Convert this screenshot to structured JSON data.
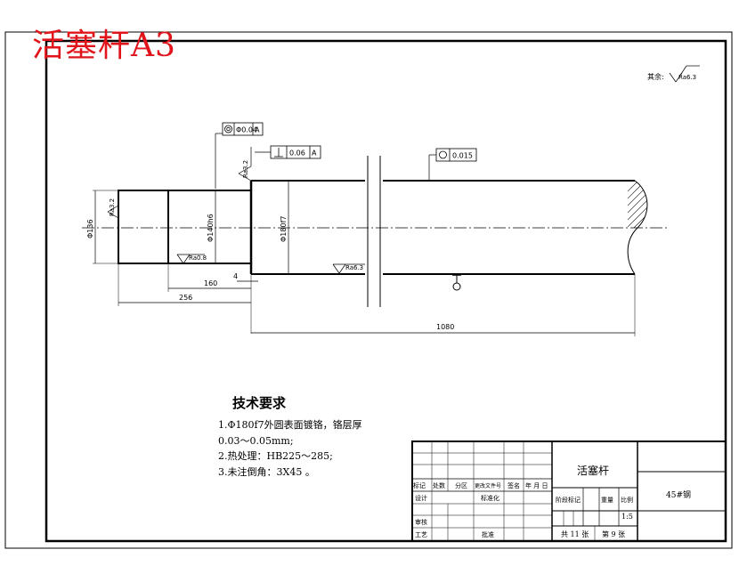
{
  "title": "活塞杆A3",
  "roughness_note": {
    "label": "其余:",
    "value": "Ra6.3"
  },
  "annotations": {
    "coaxiality": {
      "value": "Φ0.04",
      "datum": "A"
    },
    "perpendicularity": {
      "value": "0.06",
      "datum": "A"
    },
    "roundness": {
      "value": "0.015"
    },
    "rough_end_face": "Ra3.2",
    "rough_left_top": "Ra3.2",
    "rough_left_mid": "Ra0.8",
    "rough_main_shaft": "Ra6.3"
  },
  "dimensions": {
    "left_diameter": "Φ136",
    "mid_diameter": "Φ140h6",
    "main_diameter": "Φ180f7",
    "length_160": "160",
    "length_256": "256",
    "gap_4": "4",
    "length_1080": "1080"
  },
  "tech_requirements": {
    "heading": "技术要求",
    "lines": [
      "1.Φ180f7外圆表面镀铬，铬层厚",
      "0.03～0.05mm;",
      "2.热处理：HB225～285;",
      "3.未注倒角：3X45 。"
    ]
  },
  "title_block": {
    "part_name": "活塞杆",
    "material": "45#钢",
    "header_row": [
      "标记",
      "处数",
      "分区",
      "更改文件号",
      "签名",
      "年 月 日"
    ],
    "designer_label": "设计",
    "standardization_label": "标准化",
    "review_label": "审核",
    "process_label": "工艺",
    "approval_label": "批准",
    "stage_label": "阶段标记",
    "weight_label": "重量",
    "scale_label": "比例",
    "scale_value": "1:5",
    "sheets_total": "共 11 张",
    "sheet_number": "第 9 张"
  }
}
